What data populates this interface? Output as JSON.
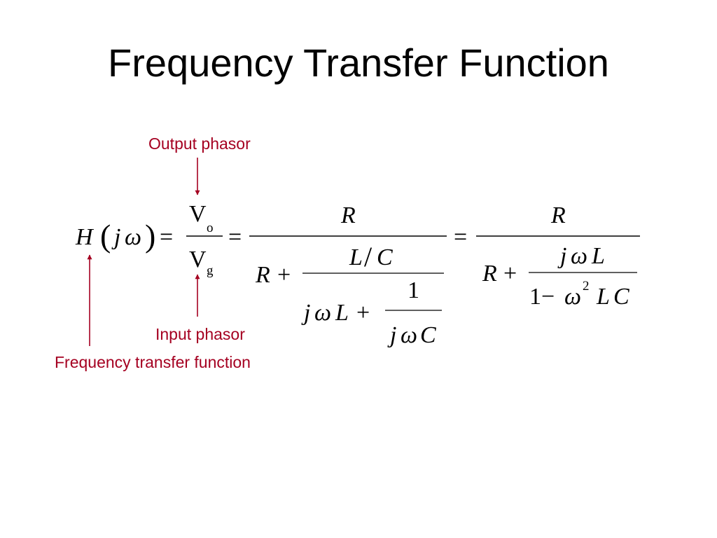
{
  "slide": {
    "title": "Frequency Transfer Function",
    "accent_color": "#A50021"
  },
  "annotations": {
    "output_phasor": "Output phasor",
    "input_phasor": "Input phasor",
    "frequency_transfer_function": "Frequency transfer function"
  },
  "equation": {
    "lhs": {
      "H": "H",
      "open_paren": "(",
      "j": "j",
      "omega": "ω",
      "close_paren": ")",
      "equals": "="
    },
    "phasor_ratio": {
      "num_V": "V",
      "num_sub": "o",
      "den_V": "V",
      "den_sub": "g",
      "equals": "="
    },
    "form2": {
      "num_R": "R",
      "den_R": "R",
      "den_plus": "+",
      "inner_num_L": "L",
      "inner_num_slash": "/",
      "inner_num_C": "C",
      "inner_den_j": "j",
      "inner_den_omega": "ω",
      "inner_den_L": "L",
      "inner_den_plus": "+",
      "deep_num_1": "1",
      "deep_den_j": "j",
      "deep_den_omega": "ω",
      "deep_den_C": "C",
      "equals": "="
    },
    "form3": {
      "num_R": "R",
      "den_R": "R",
      "den_plus": "+",
      "inner_num_j": "j",
      "inner_num_omega": "ω",
      "inner_num_L": "L",
      "inner_den_1": "1",
      "inner_den_minus": "−",
      "inner_den_omega": "ω",
      "inner_den_exp": "2",
      "inner_den_L": "L",
      "inner_den_C": "C"
    }
  }
}
